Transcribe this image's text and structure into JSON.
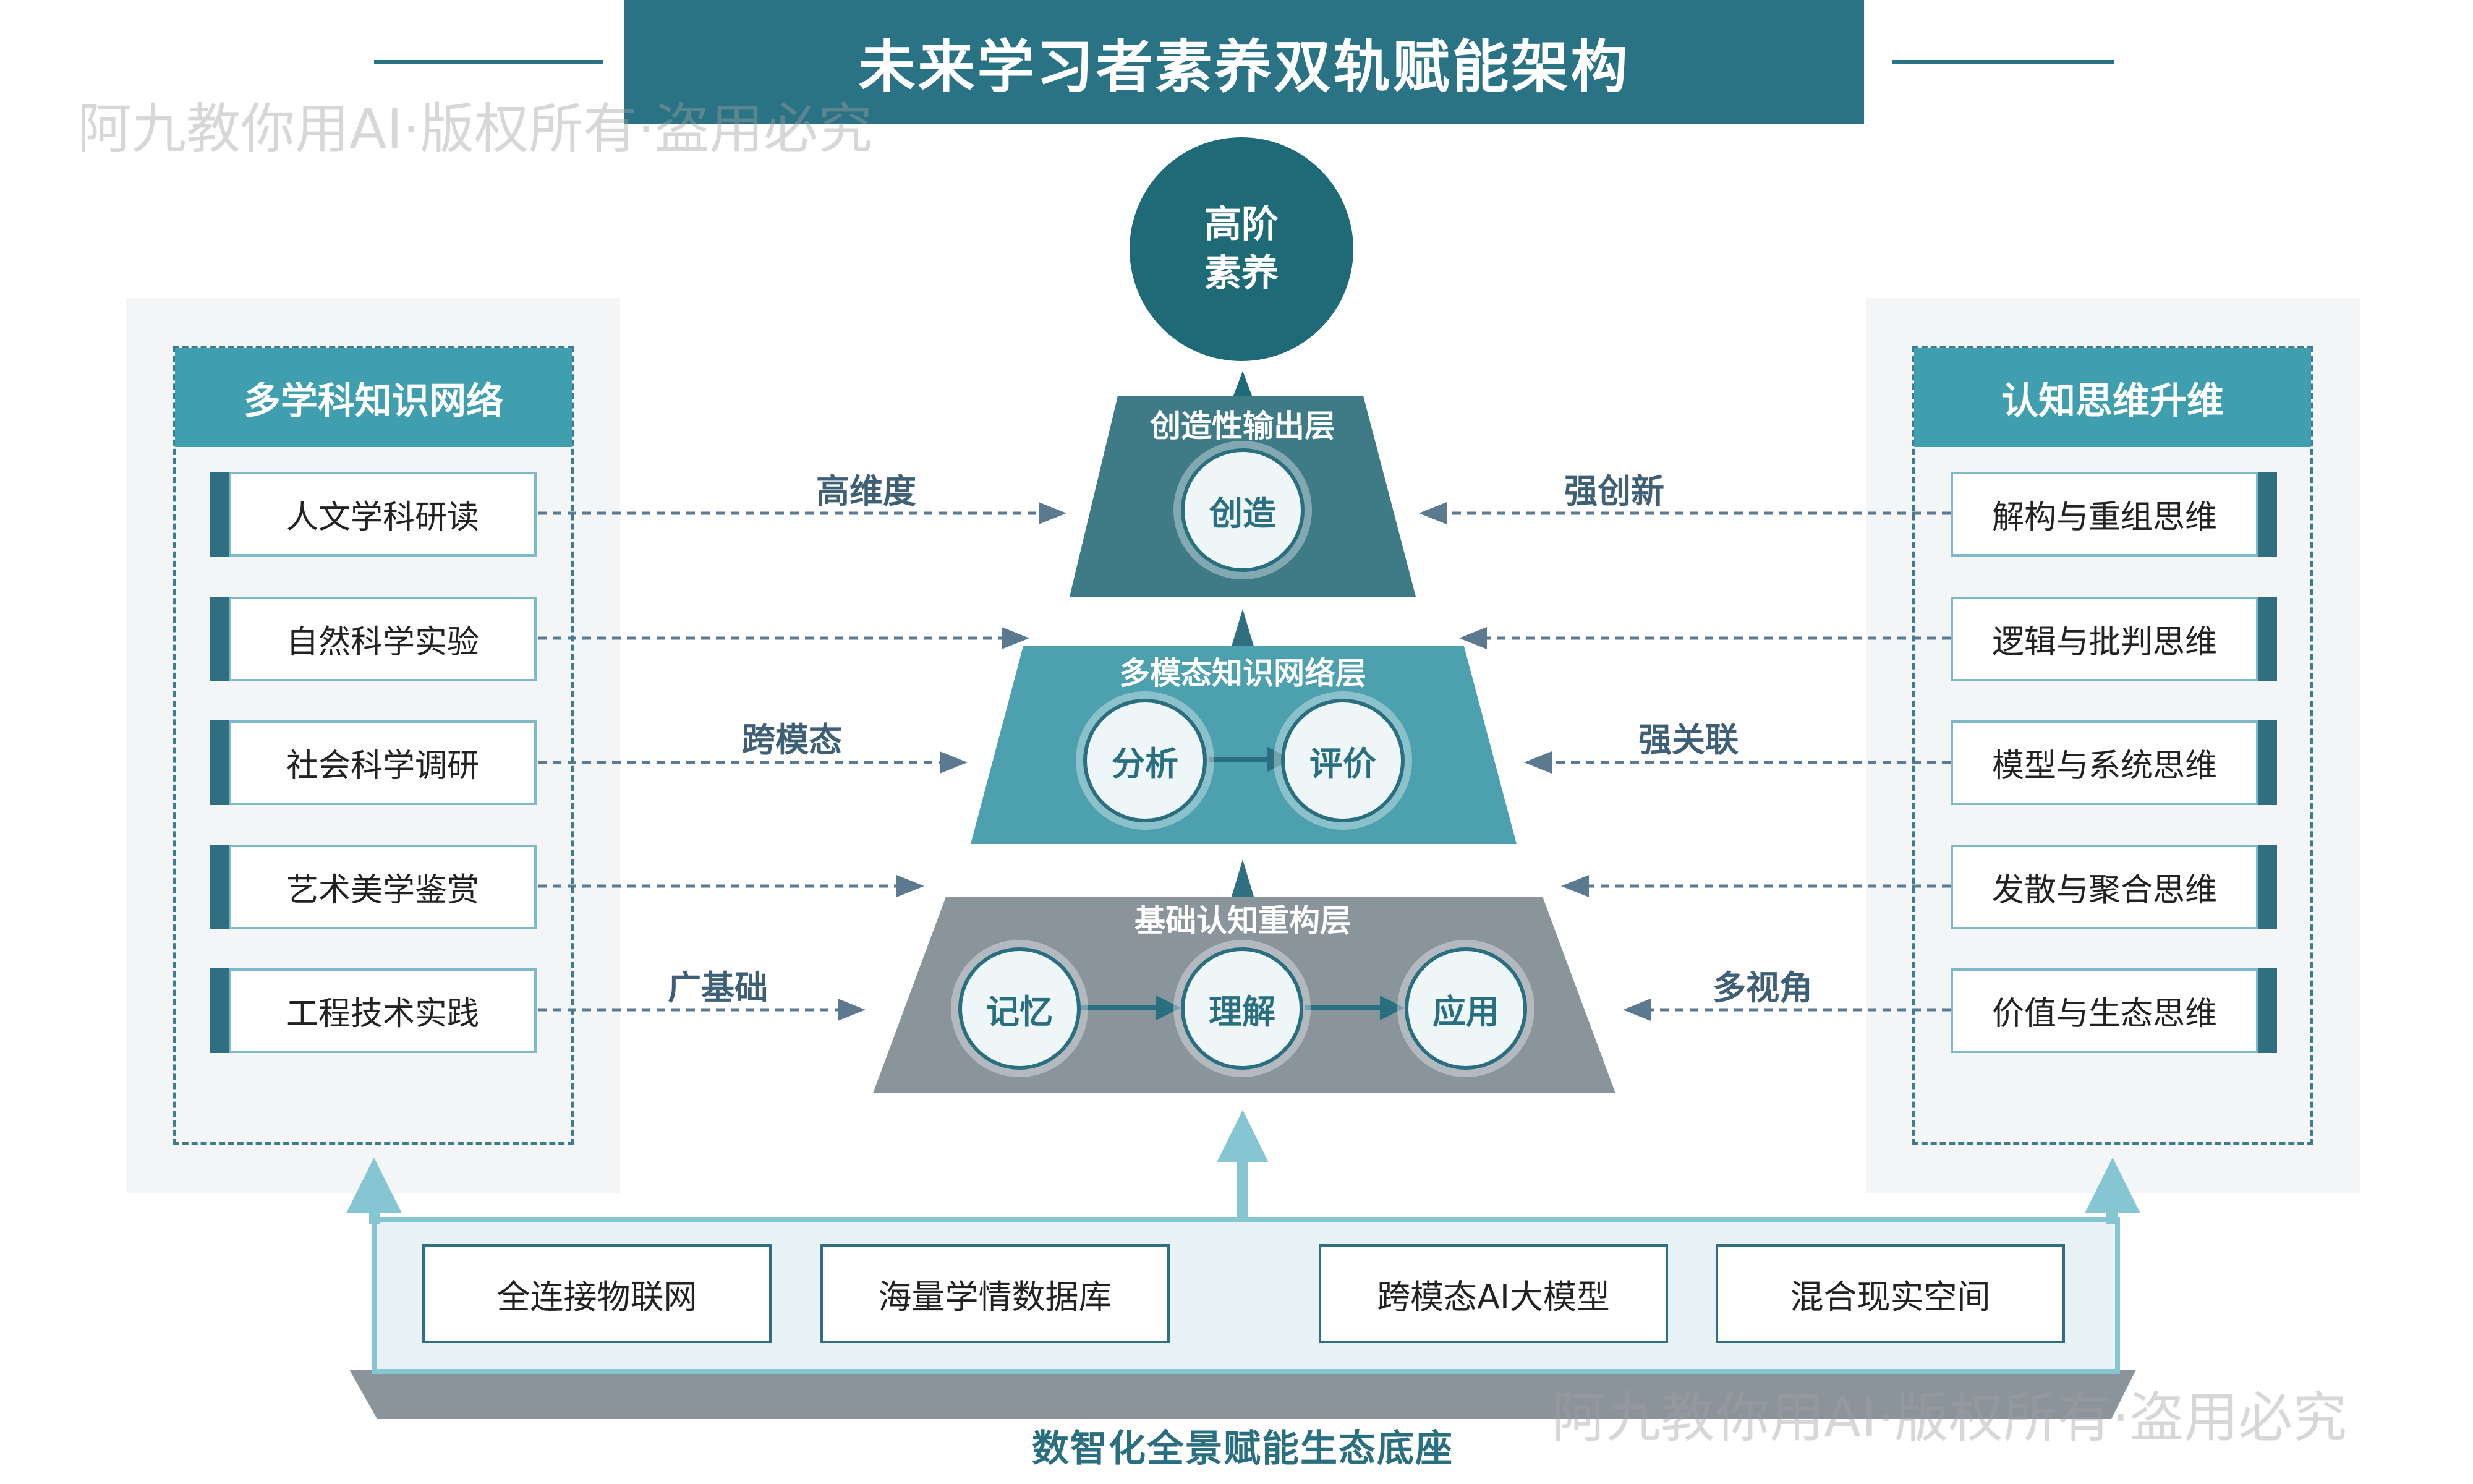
{
  "title": "未来学习者素养双轨赋能架构",
  "watermark": "阿九教你用AI·版权所有·盗用必究",
  "apex": {
    "line1": "高阶",
    "line2": "素养"
  },
  "left_panel": {
    "header": "多学科知识网络",
    "items": [
      "人文学科研读",
      "自然科学实验",
      "社会科学调研",
      "艺术美学鉴赏",
      "工程技术实践"
    ]
  },
  "right_panel": {
    "header": "认知思维升维",
    "items": [
      "解构与重组思维",
      "逻辑与批判思维",
      "模型与系统思维",
      "发散与聚合思维",
      "价值与生态思维"
    ]
  },
  "layers": {
    "top": {
      "title": "创造性输出层",
      "nodes": [
        "创造"
      ]
    },
    "middle": {
      "title": "多模态知识网络层",
      "nodes": [
        "分析",
        "评价"
      ]
    },
    "bottom": {
      "title": "基础认知重构层",
      "nodes": [
        "记忆",
        "理解",
        "应用"
      ]
    }
  },
  "arrow_labels": {
    "left": [
      "高维度",
      "跨模态",
      "广基础"
    ],
    "right": [
      "强创新",
      "强关联",
      "多视角"
    ]
  },
  "base": {
    "items": [
      "全连接物联网",
      "海量学情数据库",
      "跨模态AI大模型",
      "混合现实空间"
    ],
    "caption": "数智化全景赋能生态底座"
  },
  "colors": {
    "title_bg": "#2a7385",
    "apex": "#1f6a77",
    "top_layer": "#3f7b87",
    "middle_layer": "#4da0ae",
    "bottom_layer": "#8a949b",
    "panel_header": "#3f9fae",
    "arrow_light": "#86c5d2",
    "dashed_line": "#5b7a90"
  }
}
